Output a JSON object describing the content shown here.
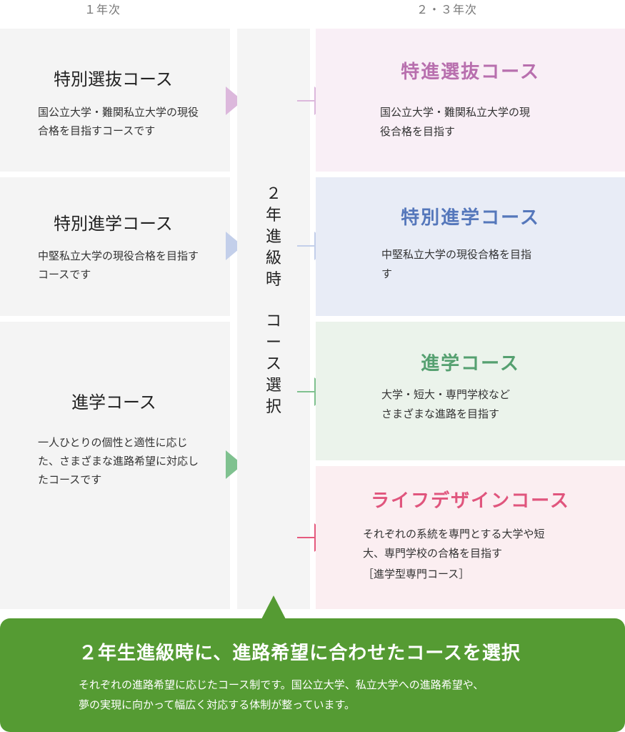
{
  "headers": {
    "year1": "１年次",
    "year23": "２・３年次"
  },
  "year1_courses": [
    {
      "title": "特別選抜コース",
      "desc": "国公立大学・難関私立大学の現役合格を目指すコースです"
    },
    {
      "title": "特別進学コース",
      "desc": "中堅私立大学の現役合格を目指すコースです"
    },
    {
      "title": "進学コース",
      "desc": "一人ひとりの個性と適性に応じた、さまざまな進路希望に対応したコースです"
    }
  ],
  "selection_label": [
    "２",
    "年",
    "進",
    "級",
    "時",
    "コ",
    "ー",
    "ス",
    "選",
    "択"
  ],
  "year23_courses": [
    {
      "title": "特進選抜コース",
      "desc_lines": [
        "国公立大学・難関私立大学の現",
        "役合格を目指す"
      ],
      "color": "#b86fae",
      "bg": "#f9eff6"
    },
    {
      "title": "特別進学コース",
      "desc_lines": [
        "中堅私立大学の現役合格を目指",
        "す"
      ],
      "color": "#5577bb",
      "bg": "#e8ecf6"
    },
    {
      "title": "進学コース",
      "desc_lines": [
        "大学・短大・専門学校など",
        "さまざまな進路を目指す"
      ],
      "color": "#55a070",
      "bg": "#ebf3eb"
    },
    {
      "title": "ライフデザインコース",
      "desc_lines": [
        "それぞれの系統を専門とする大学や短",
        "大、専門学校の合格を目指す",
        "［進学型専門コース］"
      ],
      "color": "#e0557d",
      "bg": "#fbeef1"
    }
  ],
  "arrow_colors": {
    "purple": "#dcb8dc",
    "blue": "#c3cfea",
    "green": "#7fc18f",
    "pink": "#e55a7e"
  },
  "banner": {
    "title": "２年生進級時に、進路希望に合わせたコースを選択",
    "desc_lines": [
      "それぞれの進路希望に応じたコース制です。国公立大学、私立大学への進路希望や、",
      "夢の実現に向かって幅広く対応する体制が整っています。"
    ],
    "bg": "#559b33"
  }
}
